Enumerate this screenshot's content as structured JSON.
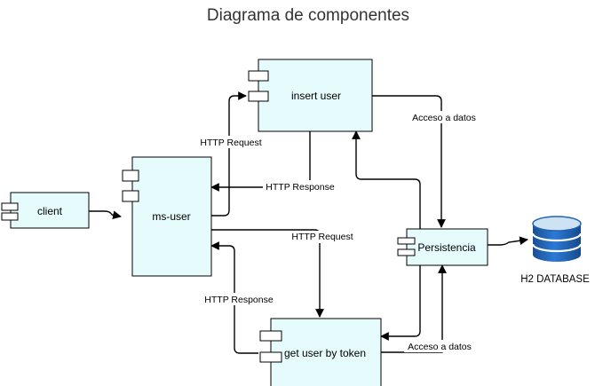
{
  "diagram": {
    "title": "Diagrama de componentes",
    "component_fill": "#e6fbfb",
    "components": {
      "client": "client",
      "ms_user": "ms-user",
      "insert_user": "insert user",
      "persistencia": "Persistencia",
      "get_user": "get user by token"
    },
    "database": {
      "label": "H2 DATABASE",
      "icon": "database-cylinder-icon",
      "colors": {
        "top": "#cfe2f3",
        "body": "#1f64b3",
        "bands": "#ffffff"
      }
    },
    "edge_labels": {
      "request_insert": "HTTP Request",
      "response_insert": "HTTP Response",
      "request_get": "HTTP Request",
      "response_get": "HTTP Response",
      "acceso_insert": "Acceso a datos",
      "acceso_get": "Acceso a datos"
    }
  }
}
